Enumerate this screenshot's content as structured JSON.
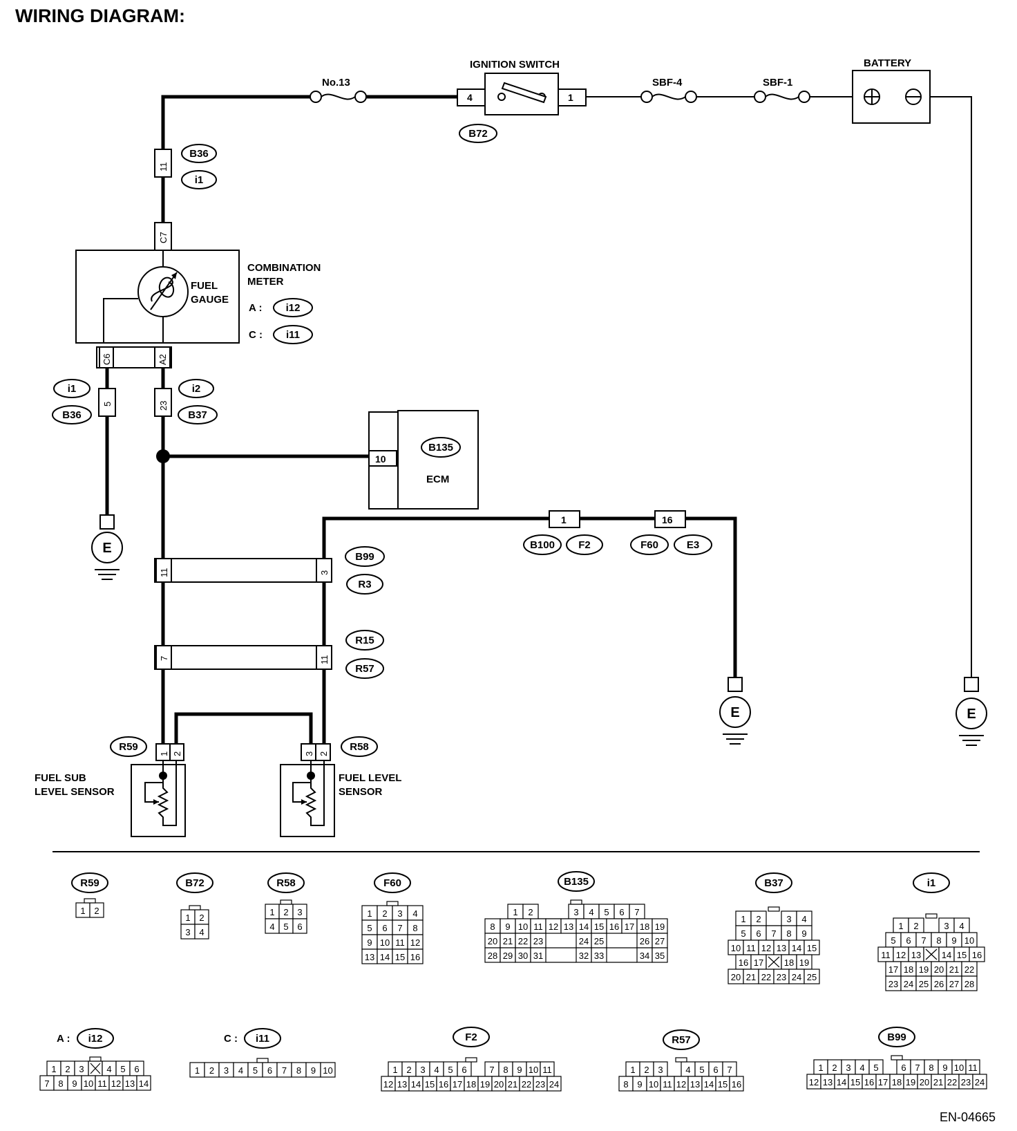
{
  "title": "WIRING DIAGRAM:",
  "footer_code": "EN-04665",
  "components": {
    "ignition_switch": "IGNITION SWITCH",
    "battery": "BATTERY",
    "fuse_no13": "No.13",
    "sbf4": "SBF-4",
    "sbf1": "SBF-1",
    "combination_meter_line1": "COMBINATION",
    "combination_meter_line2": "METER",
    "fuel_gauge_line1": "FUEL",
    "fuel_gauge_line2": "GAUGE",
    "meter_a_prefix": "A :",
    "meter_c_prefix": "C :",
    "ecm": "ECM",
    "fuel_sub_line1": "FUEL SUB",
    "fuel_sub_line2": "LEVEL SENSOR",
    "fuel_level_line1": "FUEL LEVEL",
    "fuel_level_line2": "SENSOR",
    "ground": "E"
  },
  "connector_tags": {
    "b72": "B72",
    "b36": "B36",
    "i1": "i1",
    "i12": "i12",
    "i11": "i11",
    "i2": "i2",
    "b37": "B37",
    "b135": "B135",
    "b100": "B100",
    "f2": "F2",
    "f60": "F60",
    "e3": "E3",
    "b99": "B99",
    "r3": "R3",
    "r15": "R15",
    "r57": "R57",
    "r59": "R59",
    "r58": "R58"
  },
  "pins": {
    "ign_4": "4",
    "ign_1": "1",
    "b36_11": "11",
    "c7": "C7",
    "c6": "C6",
    "a2": "A2",
    "p5": "5",
    "p23": "23",
    "ecm_10": "10",
    "b100_1": "1",
    "f60_16": "16",
    "b99_11": "11",
    "b99_3": "3",
    "r15_7": "7",
    "r15_11": "11",
    "r59_1": "1",
    "r59_2": "2",
    "r58_3": "3",
    "r58_2": "2"
  },
  "connector_views": [
    {
      "tag": "R59",
      "rows": [
        [
          "1",
          "2"
        ]
      ]
    },
    {
      "tag": "B72",
      "rows": [
        [
          "1",
          "2"
        ],
        [
          "3",
          "4"
        ]
      ]
    },
    {
      "tag": "R58",
      "rows": [
        [
          "1",
          "2",
          "3"
        ],
        [
          "4",
          "5",
          "6"
        ]
      ]
    },
    {
      "tag": "F60",
      "rows": [
        [
          "1",
          "2",
          "3",
          "4"
        ],
        [
          "5",
          "6",
          "7",
          "8"
        ],
        [
          "9",
          "10",
          "11",
          "12"
        ],
        [
          "13",
          "14",
          "15",
          "16"
        ]
      ]
    },
    {
      "tag": "B135",
      "rows": [
        [
          "1",
          "2",
          "",
          "",
          "3",
          "4",
          "5",
          "6",
          "7"
        ],
        [
          "8",
          "9",
          "10",
          "11",
          "12",
          "13",
          "14",
          "15",
          "16",
          "17",
          "18",
          "19"
        ],
        [
          "20",
          "21",
          "22",
          "23",
          "",
          "",
          "24",
          "25",
          "",
          "",
          "26",
          "27"
        ],
        [
          "28",
          "29",
          "30",
          "31",
          "",
          "",
          "32",
          "33",
          "",
          "",
          "34",
          "35"
        ]
      ]
    },
    {
      "tag": "B37",
      "rows": [
        [
          "1",
          "2",
          "",
          "3",
          "4"
        ],
        [
          "5",
          "6",
          "7",
          "8",
          "9"
        ],
        [
          "10",
          "11",
          "12",
          "13",
          "14",
          "15"
        ],
        [
          "16",
          "17",
          "X",
          "18",
          "19"
        ],
        [
          "20",
          "21",
          "22",
          "23",
          "24",
          "25"
        ]
      ]
    },
    {
      "tag": "i1",
      "rows": [
        [
          "1",
          "2",
          "",
          "3",
          "4"
        ],
        [
          "5",
          "6",
          "7",
          "8",
          "9",
          "10"
        ],
        [
          "11",
          "12",
          "13",
          "X",
          "14",
          "15",
          "16"
        ],
        [
          "17",
          "18",
          "19",
          "20",
          "21",
          "22"
        ],
        [
          "23",
          "24",
          "25",
          "26",
          "27",
          "28"
        ]
      ]
    },
    {
      "tag": "i12",
      "prefix": "A :",
      "rows": [
        [
          "1",
          "2",
          "3",
          "X",
          "4",
          "5",
          "6"
        ],
        [
          "7",
          "8",
          "9",
          "10",
          "11",
          "12",
          "13",
          "14"
        ]
      ]
    },
    {
      "tag": "i11",
      "prefix": "C :",
      "rows": [
        [
          "1",
          "2",
          "3",
          "4",
          "5",
          "6",
          "7",
          "8",
          "9",
          "10"
        ]
      ]
    },
    {
      "tag": "F2",
      "rows": [
        [
          "1",
          "2",
          "3",
          "4",
          "5",
          "6",
          "",
          "7",
          "8",
          "9",
          "10",
          "11"
        ],
        [
          "12",
          "13",
          "14",
          "15",
          "16",
          "17",
          "18",
          "19",
          "20",
          "21",
          "22",
          "23",
          "24"
        ]
      ]
    },
    {
      "tag": "R57",
      "rows": [
        [
          "1",
          "2",
          "3",
          "",
          "4",
          "5",
          "6",
          "7"
        ],
        [
          "8",
          "9",
          "10",
          "11",
          "12",
          "13",
          "14",
          "15",
          "16"
        ]
      ]
    },
    {
      "tag": "B99",
      "rows": [
        [
          "1",
          "2",
          "3",
          "4",
          "5",
          "",
          "6",
          "7",
          "8",
          "9",
          "10",
          "11"
        ],
        [
          "12",
          "13",
          "14",
          "15",
          "16",
          "17",
          "18",
          "19",
          "20",
          "21",
          "22",
          "23",
          "24"
        ]
      ]
    }
  ]
}
